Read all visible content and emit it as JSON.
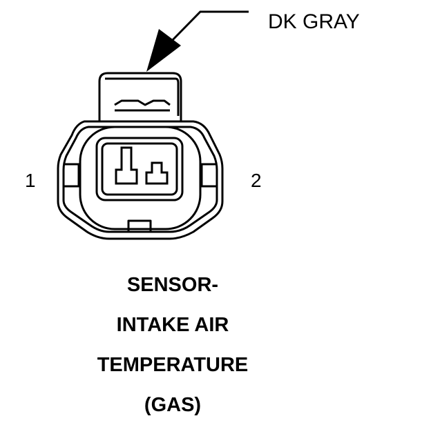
{
  "callout": {
    "label": "DK GRAY"
  },
  "pins": {
    "left": "1",
    "right": "2"
  },
  "caption": {
    "lines": [
      "SENSOR-",
      "INTAKE AIR",
      "TEMPERATURE",
      "(GAS)"
    ]
  },
  "colors": {
    "line": "#000000",
    "background": "#ffffff"
  }
}
